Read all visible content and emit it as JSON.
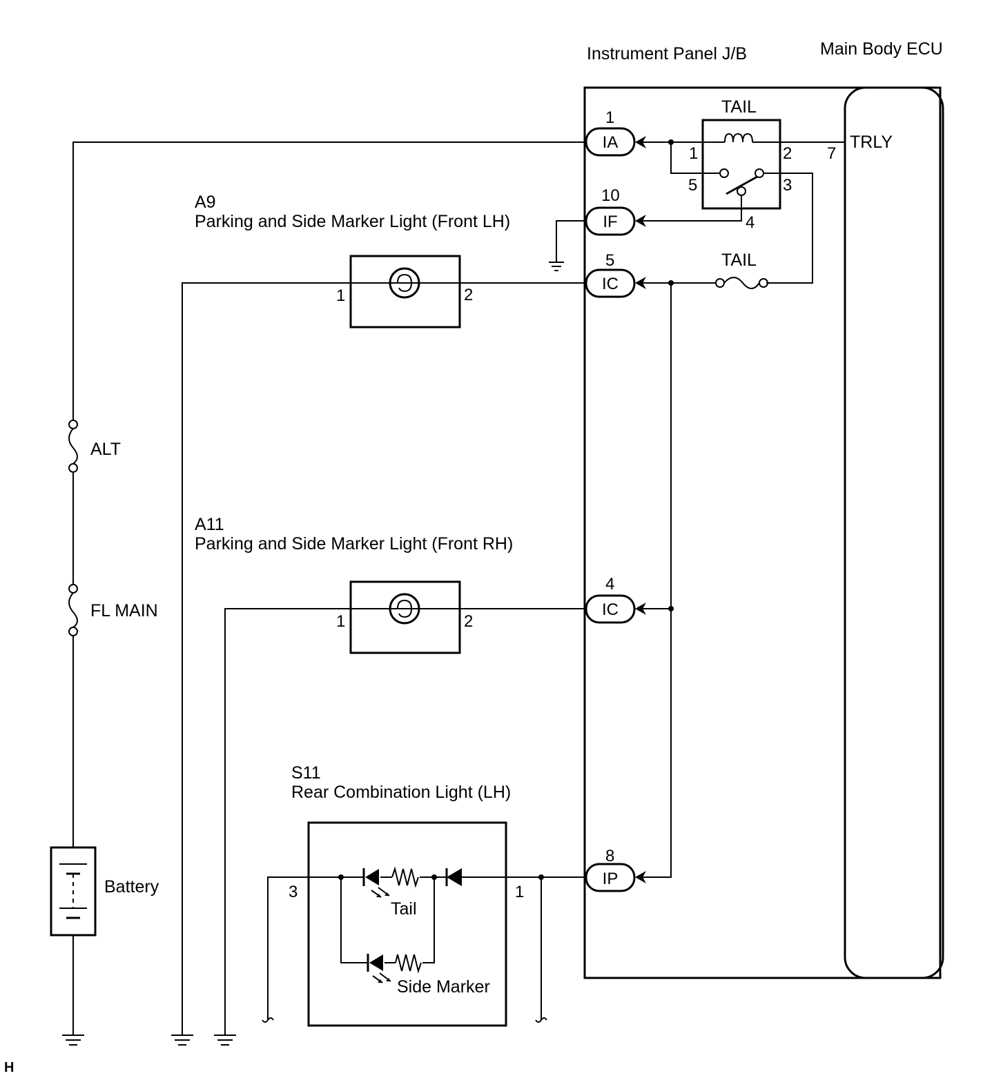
{
  "headers": {
    "jb": "Instrument Panel J/B",
    "ecu": "Main Body ECU"
  },
  "relay": {
    "title": "TAIL",
    "pin_1": "1",
    "pin_2": "2",
    "pin_3": "3",
    "pin_4": "4",
    "pin_5": "5"
  },
  "ecu_terminal": {
    "pin": "7",
    "name": "TRLY"
  },
  "fuse_tail": "TAIL",
  "connectors": {
    "ia": {
      "name": "IA",
      "pin": "1"
    },
    "if": {
      "name": "IF",
      "pin": "10"
    },
    "ic5": {
      "name": "IC",
      "pin": "5"
    },
    "ic4": {
      "name": "IC",
      "pin": "4"
    },
    "ip": {
      "name": "IP",
      "pin": "8"
    }
  },
  "components": {
    "a9": {
      "code": "A9",
      "name": "Parking and Side Marker Light (Front LH)",
      "pin_left": "1",
      "pin_right": "2"
    },
    "a11": {
      "code": "A11",
      "name": "Parking and Side Marker Light (Front RH)",
      "pin_left": "1",
      "pin_right": "2"
    },
    "s11": {
      "code": "S11",
      "name": "Rear Combination Light (LH)",
      "pin_left": "3",
      "pin_right": "1",
      "tail_label": "Tail",
      "side_label": "Side Marker"
    }
  },
  "fuses": {
    "alt": "ALT",
    "fl_main": "FL MAIN"
  },
  "battery": "Battery",
  "footer": "H"
}
